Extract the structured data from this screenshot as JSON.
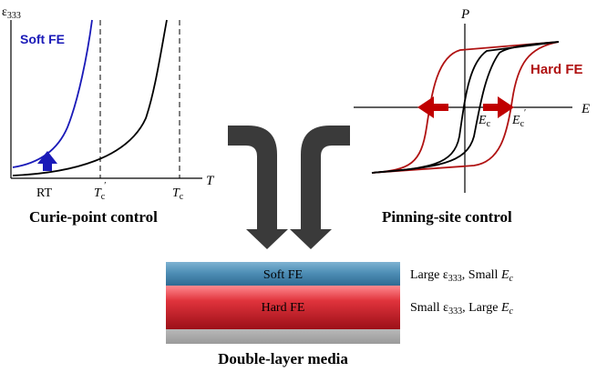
{
  "curie_panel": {
    "y_axis_label": "ε",
    "y_axis_sub": "333",
    "x_axis_label": "T",
    "soft_label": "Soft FE",
    "tick_rt": "RT",
    "tick_tc_prime": "T",
    "tick_tc_prime_sub": "c",
    "tick_tc_prime_sup": "′",
    "tick_tc": "T",
    "tick_tc_sub": "c",
    "caption": "Curie-point control"
  },
  "pinning_panel": {
    "y_axis_label": "P",
    "x_axis_label": "E",
    "hard_label": "Hard FE",
    "ec_label": "E",
    "ec_sub": "c",
    "ec_prime_label": "E",
    "ec_prime_sub": "c",
    "ec_prime_sup": "′",
    "caption": "Pinning-site control"
  },
  "media": {
    "soft_layer_label": "Soft FE",
    "hard_layer_label": "Hard FE",
    "soft_desc_prefix": "Large ε",
    "soft_desc_sub": "333",
    "soft_desc_mid": ", Small ",
    "soft_desc_var": "E",
    "soft_desc_var_sub": "c",
    "hard_desc_prefix": "Small ε",
    "hard_desc_sub": "333",
    "hard_desc_mid": ", Large ",
    "hard_desc_var": "E",
    "hard_desc_var_sub": "c",
    "caption": "Double-layer media"
  },
  "colors": {
    "soft_curve": "#1a1ab8",
    "hard_curve": "#b01212",
    "arrow_gray": "#3a3a3a",
    "soft_layer": "#4f8fb6",
    "hard_layer": "#e0333c",
    "substrate": "#a8a8a8"
  }
}
